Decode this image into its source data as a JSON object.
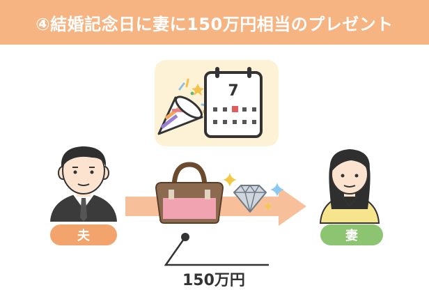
{
  "header": {
    "title": "④結婚記念日に妻に150万円相当のプレゼント",
    "background": "#f6b482"
  },
  "calendar": {
    "day": "7"
  },
  "persons": {
    "husband": {
      "label": "夫",
      "color": "#f3a46c"
    },
    "wife": {
      "label": "妻",
      "color": "#8cc472"
    }
  },
  "transfer": {
    "amount": "150万円"
  },
  "colors": {
    "arrow": "#f7c09a",
    "calendar_bg": "#fdf1d6",
    "outline": "#333333"
  }
}
